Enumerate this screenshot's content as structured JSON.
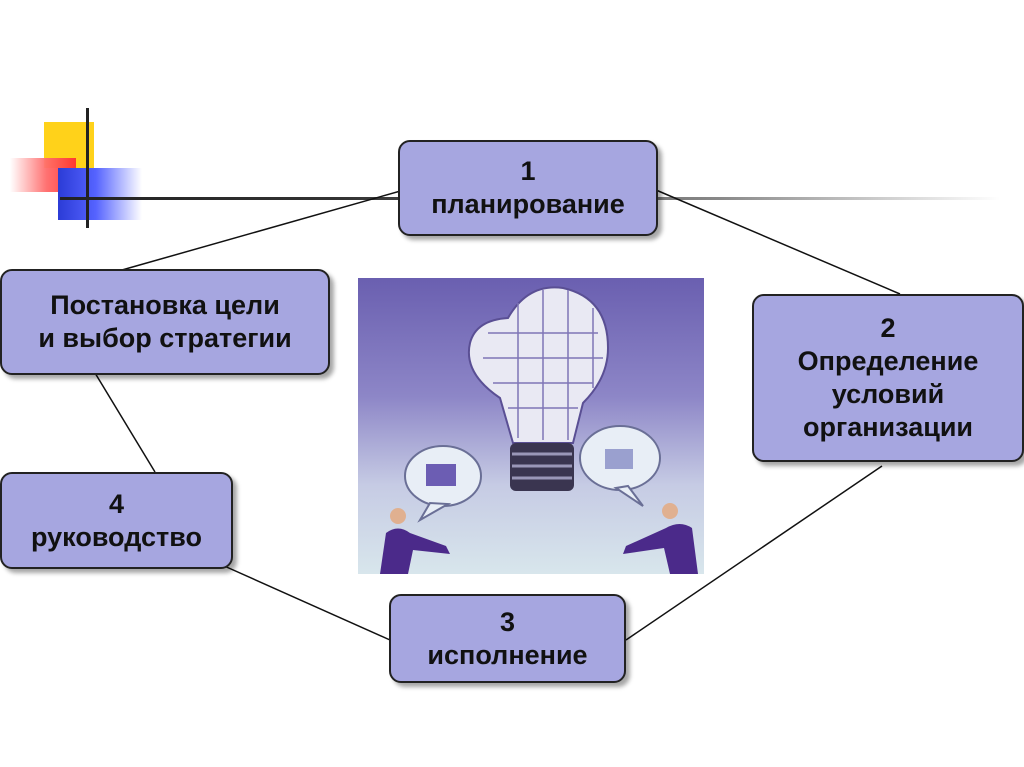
{
  "nodes": {
    "planning": {
      "number": "1",
      "label": "планирование"
    },
    "conditions": {
      "number": "2",
      "line1": "Определение",
      "line2": "условий",
      "line3": "организации"
    },
    "execution": {
      "number": "3",
      "label": "исполнение"
    },
    "leadership": {
      "number": "4",
      "label": "руководство"
    },
    "goal": {
      "line1": "Постановка цели",
      "line2": "и выбор стратегии"
    }
  },
  "picture": {
    "subject": "lightbulb-puzzle-illustration"
  },
  "colors": {
    "box_fill": "#a6a6e0",
    "box_border": "#222222",
    "accent_yellow": "#ffd21a",
    "accent_red": "#ff3030",
    "accent_blue": "#2b3bd6"
  }
}
